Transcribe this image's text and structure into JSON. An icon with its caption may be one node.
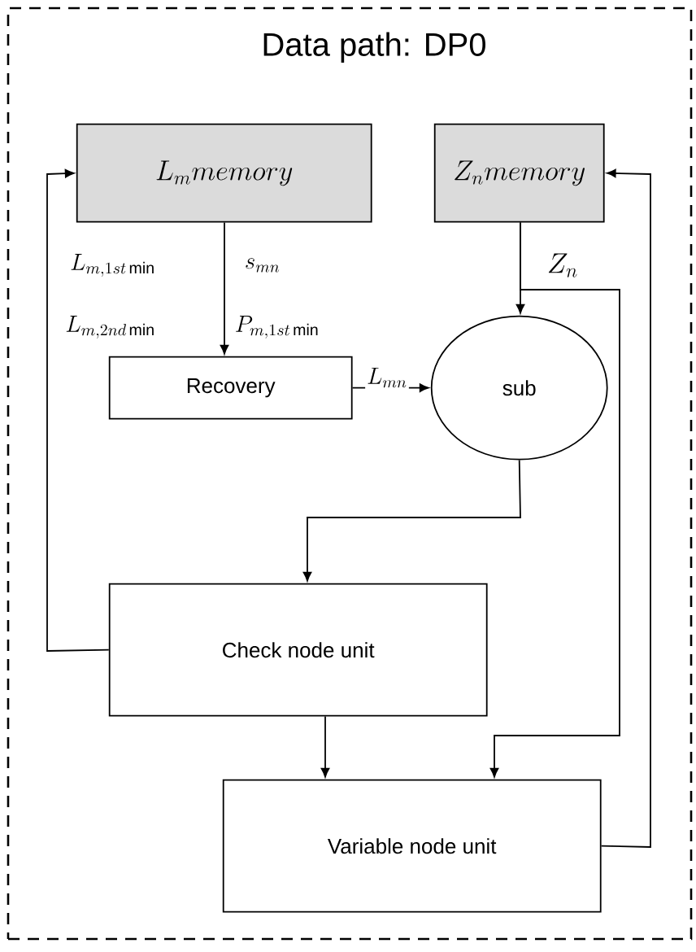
{
  "diagram": {
    "nodes": [
      {
        "text": [
          "Data path:  DP0"
        ]
      },
      {
        "text": [
          "L_m memory"
        ],
        "in": 0
      },
      {
        "text": [
          "Z_n memory"
        ],
        "in": 0
      },
      {
        "text": [
          "Recovery"
        ],
        "in": 0
      },
      {
        "text": [
          "sub"
        ],
        "in": 0
      },
      {
        "text": [
          "Check node unit"
        ],
        "in": 0
      },
      {
        "text": [
          "Variable node unit"
        ],
        "in": 0
      }
    ],
    "edges": [
      {
        "from": 1,
        "to": 3,
        "arrow": "to"
      },
      {
        "from": 3,
        "to": 4,
        "arrow": "to",
        "label": "L_{mn}"
      },
      {
        "from": 2,
        "to": 4,
        "arrow": "to"
      },
      {
        "from": 2,
        "to": 6,
        "arrow": "to"
      },
      {
        "from": 4,
        "to": 5,
        "arrow": "to"
      },
      {
        "from": 5,
        "to": 1,
        "arrow": "to"
      },
      {
        "from": 5,
        "to": 6,
        "arrow": "to"
      },
      {
        "from": 6,
        "to": 2,
        "arrow": "to"
      }
    ],
    "labels": [
      "L_{m,1st\\min}",
      "s_{mn}",
      "L_{m,2nd\\min}",
      "P_{m,1st\\min}",
      "Z_n"
    ]
  }
}
